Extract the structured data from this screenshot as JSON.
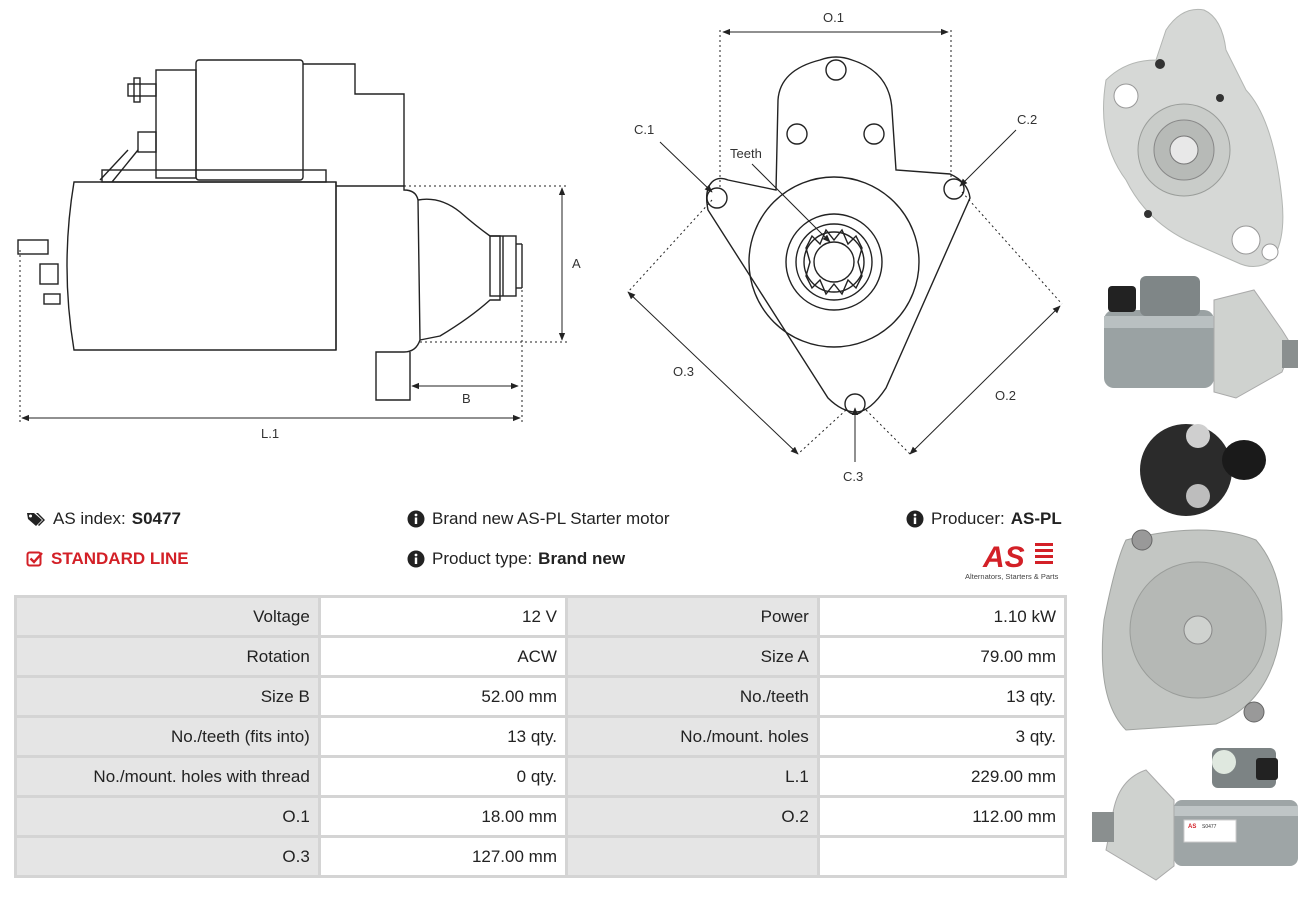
{
  "diagram": {
    "labels": {
      "o1": "O.1",
      "o2": "O.2",
      "o3": "O.3",
      "c1": "C.1",
      "c2": "C.2",
      "c3": "C.3",
      "teeth": "Teeth",
      "a": "A",
      "b": "B",
      "l1": "L.1"
    }
  },
  "info": {
    "as_index_label": "AS index:",
    "as_index_value": "S0477",
    "standard_line": "STANDARD LINE",
    "description": "Brand new AS-PL Starter motor",
    "product_type_label": "Product type:",
    "product_type_value": "Brand new",
    "producer_label": "Producer:",
    "producer_value": "AS-PL"
  },
  "logo": {
    "text": "AS",
    "tagline": "Alternators, Starters & Parts",
    "color": "#d32027"
  },
  "specs": [
    [
      "Voltage",
      "12 V",
      "Power",
      "1.10 kW"
    ],
    [
      "Rotation",
      "ACW",
      "Size A",
      "79.00 mm"
    ],
    [
      "Size B",
      "52.00 mm",
      "No./teeth",
      "13 qty."
    ],
    [
      "No./teeth (fits into)",
      "13 qty.",
      "No./mount. holes",
      "3 qty."
    ],
    [
      "No./mount. holes with thread",
      "0 qty.",
      "L.1",
      "229.00 mm"
    ],
    [
      "O.1",
      "18.00 mm",
      "O.2",
      "112.00 mm"
    ],
    [
      "O.3",
      "127.00 mm",
      "",
      ""
    ]
  ],
  "photos": {
    "product_label": "S0477",
    "logo_text": "AS"
  }
}
